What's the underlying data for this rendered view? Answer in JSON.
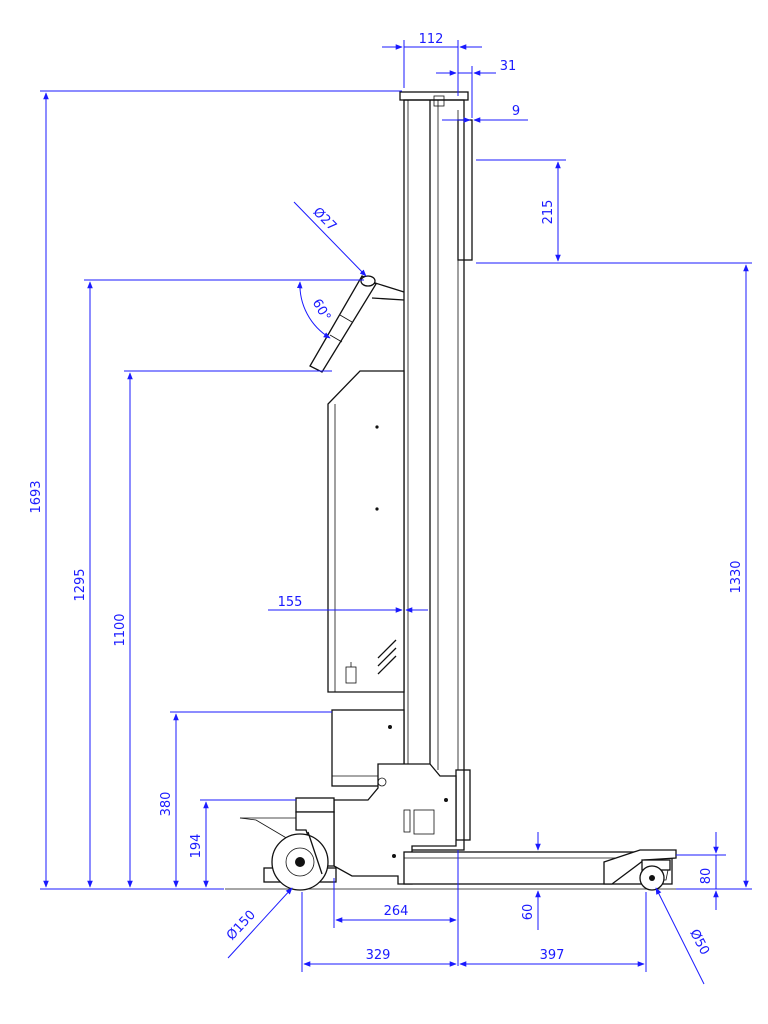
{
  "drawing": {
    "dimensions": {
      "overall_height": "1693",
      "handle_height": "1295",
      "panel_height": "1100",
      "base_block_height": "380",
      "fork_height": "194",
      "mast_top_width": "112",
      "mast_offset": "31",
      "mast_gap": "9",
      "top_clearance": "215",
      "side_height": "1330",
      "panel_depth": "155",
      "handle_diameter": "Ø27",
      "handle_angle": "60°",
      "front_wheel_diameter": "Ø150",
      "rear_wheel_diameter": "Ø50",
      "wheelbase_inner": "264",
      "front_span": "329",
      "rear_span": "397",
      "base_plate_height": "60",
      "rear_caster_height": "80"
    }
  }
}
